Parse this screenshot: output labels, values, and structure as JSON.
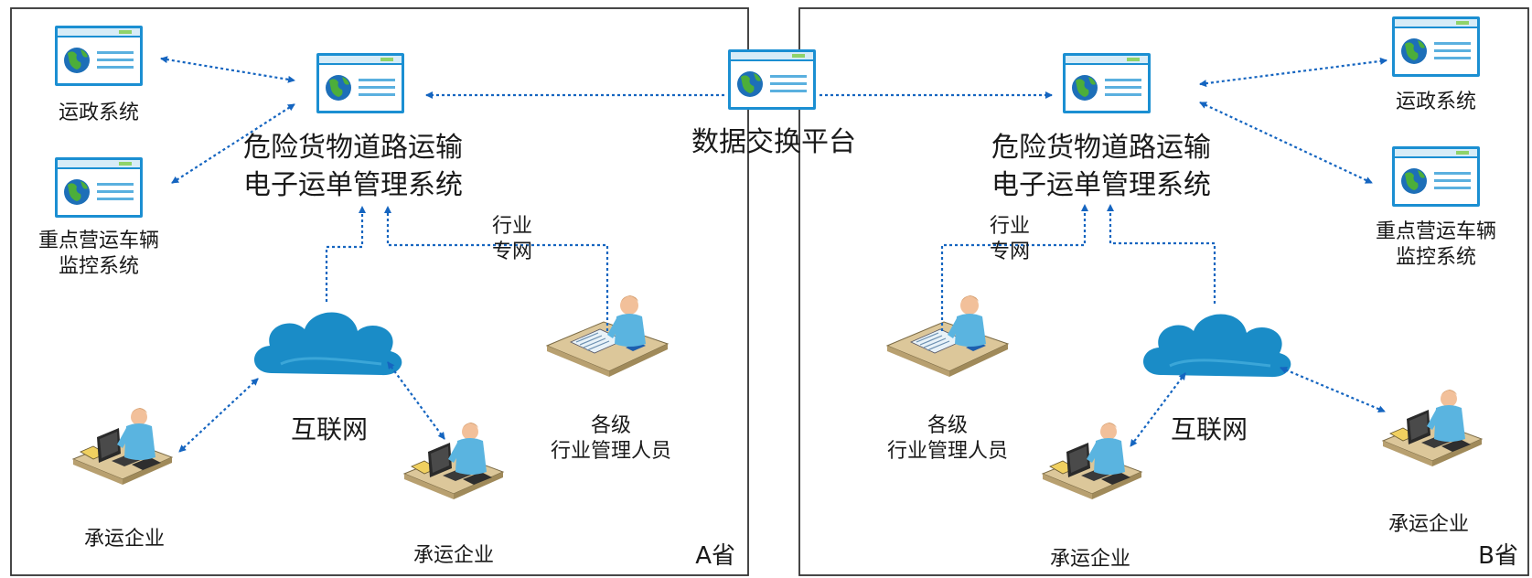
{
  "province_a": {
    "label": "A省",
    "main_system": [
      "危险货物道路运输",
      "电子运单管理系统"
    ],
    "transport_admin_system": "运政系统",
    "vehicle_monitor_system": [
      "重点营运车辆",
      "监控系统"
    ],
    "industry_network": [
      "行业",
      "专网"
    ],
    "internet": "互联网",
    "managers": [
      "各级",
      "行业管理人员"
    ],
    "carrier_left": "承运企业",
    "carrier_right": "承运企业"
  },
  "exchange_platform": "数据交换平台",
  "province_b": {
    "label": "B省",
    "main_system": [
      "危险货物道路运输",
      "电子运单管理系统"
    ],
    "transport_admin_system": "运政系统",
    "vehicle_monitor_system": [
      "重点营运车辆",
      "监控系统"
    ],
    "industry_network": [
      "行业",
      "专网"
    ],
    "internet": "互联网",
    "managers": [
      "各级",
      "行业管理人员"
    ],
    "carrier_left": "承运企业",
    "carrier_right": "承运企业"
  },
  "colors": {
    "arrow": "#1565c0",
    "cloud": "#1e8fc8",
    "window_frame": "#1a8ed0",
    "border": "#333333"
  }
}
